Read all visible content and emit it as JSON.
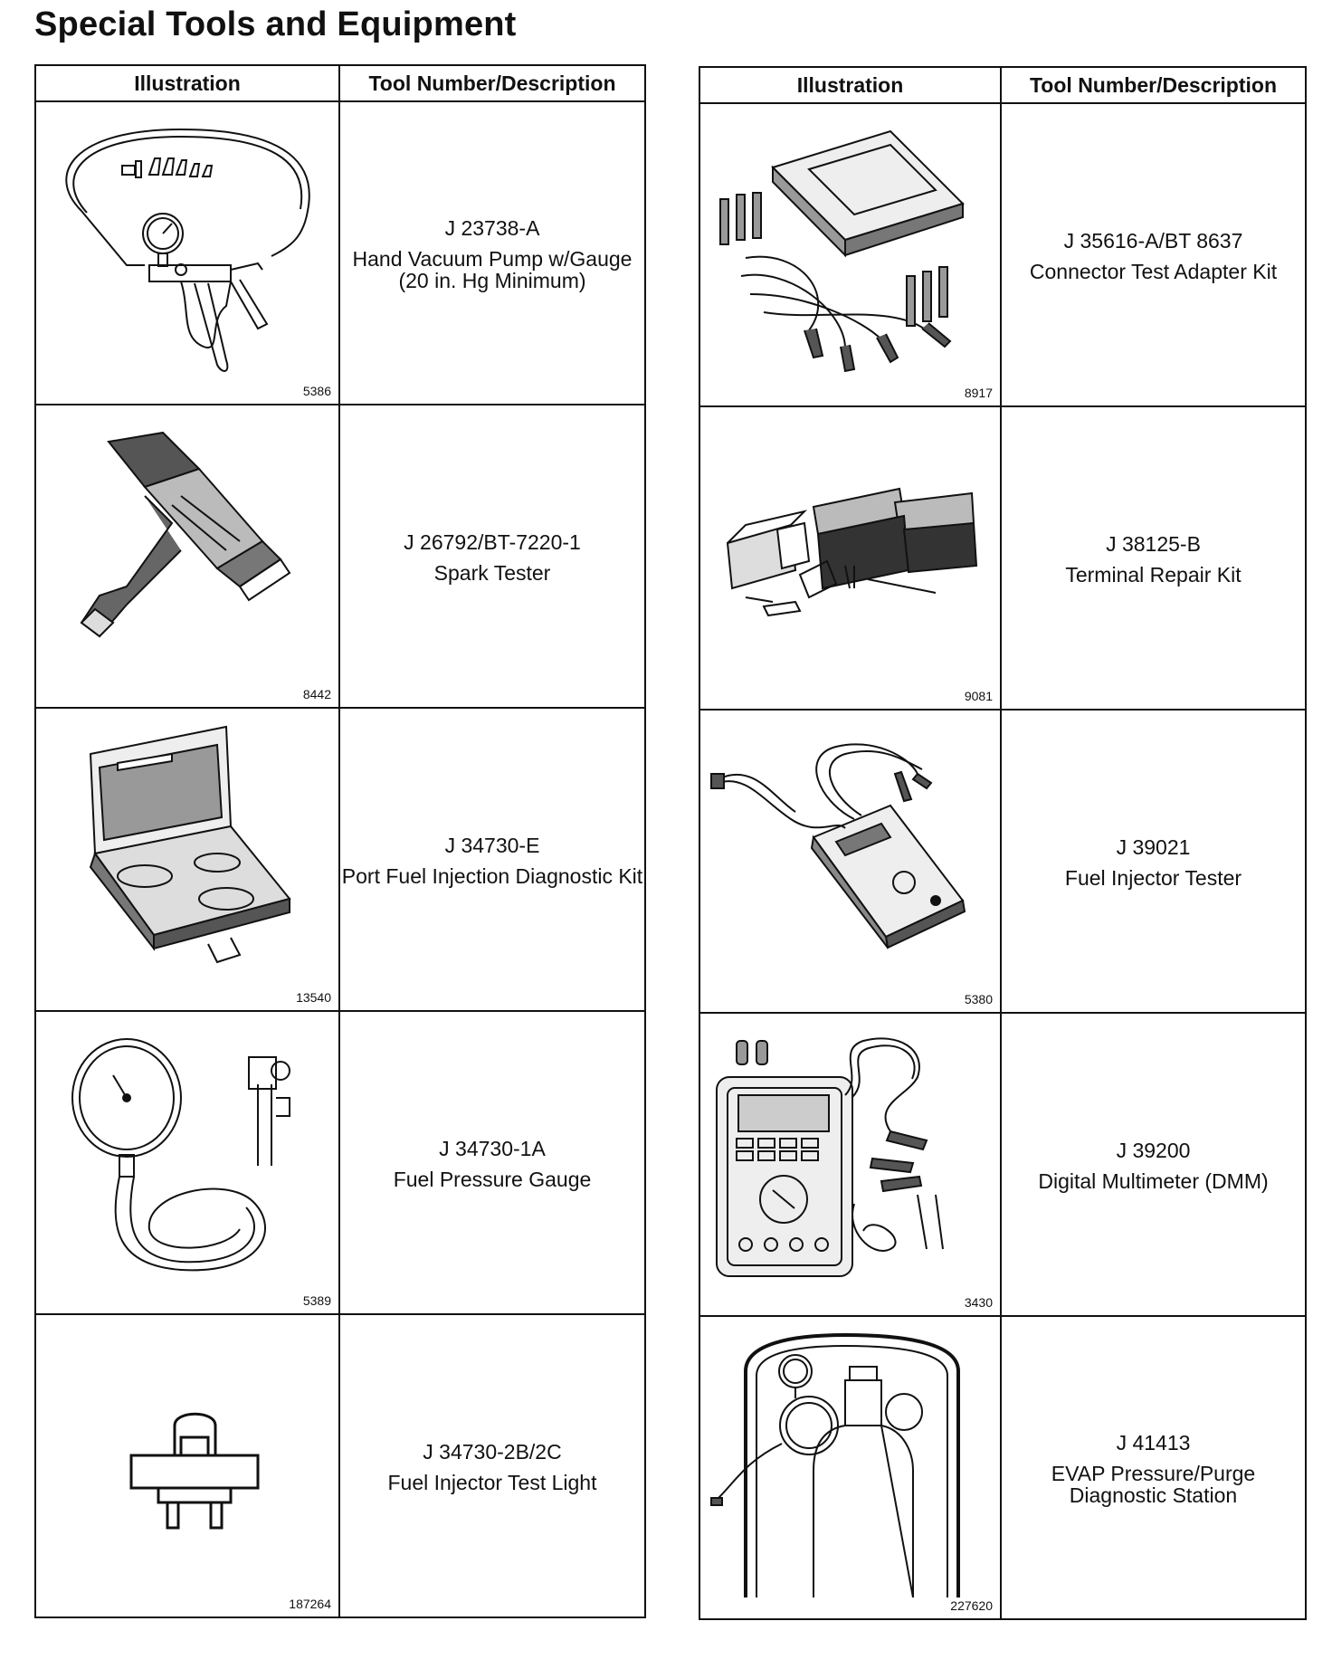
{
  "title": "Special Tools and Equipment",
  "headers": {
    "illustration": "Illustration",
    "tool": "Tool Number/Description"
  },
  "left_tools": [
    {
      "number": "J 23738-A",
      "description": "Hand Vacuum Pump w/Gauge (20 in. Hg Minimum)",
      "figure": "5386",
      "icon": "hand-vacuum-pump-illustration"
    },
    {
      "number": "J 26792/BT-7220-1",
      "description": "Spark Tester",
      "figure": "8442",
      "icon": "spark-tester-illustration"
    },
    {
      "number": "J 34730-E",
      "description": "Port Fuel Injection Diagnostic Kit",
      "figure": "13540",
      "icon": "diagnostic-kit-case-illustration"
    },
    {
      "number": "J 34730-1A",
      "description": "Fuel Pressure Gauge",
      "figure": "5389",
      "icon": "fuel-pressure-gauge-illustration"
    },
    {
      "number": "J 34730-2B/2C",
      "description": "Fuel Injector Test Light",
      "figure": "187264",
      "icon": "injector-test-light-illustration"
    }
  ],
  "right_tools": [
    {
      "number": "J 35616-A/BT 8637",
      "description": "Connector Test Adapter Kit",
      "figure": "8917",
      "icon": "connector-adapter-kit-illustration"
    },
    {
      "number": "J 38125-B",
      "description": "Terminal Repair Kit",
      "figure": "9081",
      "icon": "terminal-repair-kit-illustration"
    },
    {
      "number": "J 39021",
      "description": "Fuel Injector Tester",
      "figure": "5380",
      "icon": "fuel-injector-tester-illustration"
    },
    {
      "number": "J 39200",
      "description": "Digital Multimeter (DMM)",
      "figure": "3430",
      "icon": "digital-multimeter-illustration"
    },
    {
      "number": "J 41413",
      "description": "EVAP Pressure/Purge Diagnostic Station",
      "figure": "227620",
      "icon": "evap-station-illustration"
    }
  ]
}
